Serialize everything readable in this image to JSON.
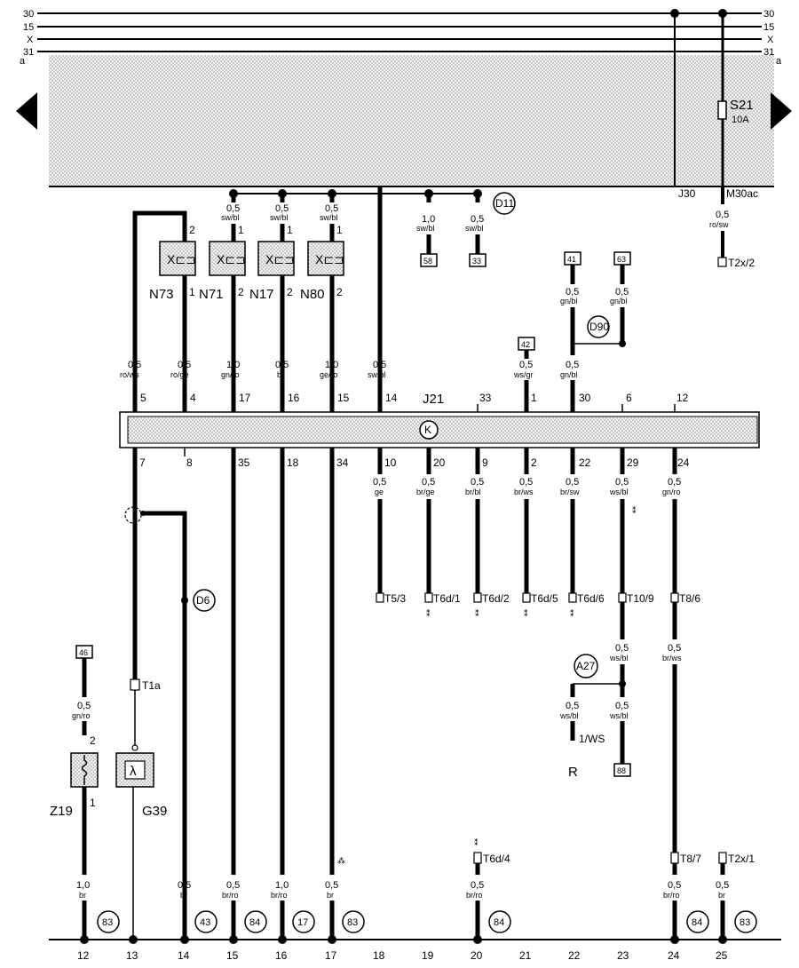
{
  "rails": {
    "left": [
      "30",
      "15",
      "X",
      "31"
    ],
    "right": [
      "30",
      "15",
      "X",
      "31"
    ],
    "ground_mark": "a"
  },
  "fuse": {
    "name": "S21",
    "rating": "10A"
  },
  "relay_labels": {
    "j30": "J30",
    "m30ac": "M30ac"
  },
  "top_wire": {
    "size": "0,5",
    "color": "ro/sw",
    "terminal": "T2x/2"
  },
  "bus_wires": [
    {
      "size": "0,5",
      "color": "sw/bl"
    },
    {
      "size": "0,5",
      "color": "sw/bl"
    },
    {
      "size": "0,5",
      "color": "sw/bl"
    },
    {
      "size": "1,0",
      "color": "sw/bl"
    },
    {
      "size": "0,5",
      "color": "sw/bl"
    }
  ],
  "bus_boxes": [
    "58",
    "33"
  ],
  "connector_D11": "D11",
  "injectors": [
    {
      "name": "N73",
      "pin_top": "2",
      "pin_bottom": "1"
    },
    {
      "name": "N71",
      "pin_top": "1",
      "pin_bottom": "2"
    },
    {
      "name": "N17",
      "pin_top": "1",
      "pin_bottom": "2"
    },
    {
      "name": "N80",
      "pin_top": "1",
      "pin_bottom": "2"
    }
  ],
  "right_upper": {
    "box41": "41",
    "box63": "63",
    "box42": "42",
    "w41": {
      "size": "0,5",
      "color": "gn/bl"
    },
    "w63": {
      "size": "0,5",
      "color": "gn/bl"
    },
    "w42": {
      "size": "0,5",
      "color": "ws/gr"
    },
    "w30": {
      "size": "0,5",
      "color": "gn/bl"
    },
    "connector_D90": "D90"
  },
  "ecu": {
    "name": "J21",
    "symbol": "K",
    "top_wires": [
      {
        "size": "0,5",
        "color": "ro/ws",
        "pin": "5"
      },
      {
        "size": "0,5",
        "color": "ro/ge",
        "pin": "4"
      },
      {
        "size": "1,0",
        "color": "gn/ro",
        "pin": "17"
      },
      {
        "size": "0,5",
        "color": "br",
        "pin": "16"
      },
      {
        "size": "1,0",
        "color": "ge/ro",
        "pin": "15"
      },
      {
        "size": "0,5",
        "color": "sw/bl",
        "pin": "14"
      }
    ],
    "top_pins_extra": [
      "33",
      "1",
      "30",
      "6",
      "12"
    ],
    "bottom_pins": [
      "7",
      "8",
      "35",
      "18",
      "34",
      "10",
      "20",
      "9",
      "2",
      "22",
      "29",
      "24"
    ],
    "bottom_wires": [
      {
        "size": "0,5",
        "color": "ge",
        "terminal": "T5/3"
      },
      {
        "size": "0,5",
        "color": "br/ge",
        "terminal": "T6d/1"
      },
      {
        "size": "0,5",
        "color": "br/bl",
        "terminal": "T6d/2"
      },
      {
        "size": "0,5",
        "color": "br/ws",
        "terminal": "T6d/5"
      },
      {
        "size": "0,5",
        "color": "br/sw",
        "terminal": "T6d/6"
      },
      {
        "size": "0,5",
        "color": "ws/bl",
        "terminal": "T10/9"
      },
      {
        "size": "0,5",
        "color": "gn/ro",
        "terminal": "T8/6"
      }
    ]
  },
  "connector_D6": "D6",
  "z19": {
    "name": "Z19",
    "box": "46",
    "wire": {
      "size": "0,5",
      "color": "gn/ro"
    },
    "pin_top": "2",
    "pin_bottom": "1"
  },
  "g39": {
    "name": "G39",
    "terminal": "T1a",
    "symbol": "λ"
  },
  "a27": {
    "name": "A27",
    "w_top": {
      "size": "0,5",
      "color": "ws/bl"
    },
    "w_left": {
      "size": "0,5",
      "color": "ws/bl"
    },
    "w_right": {
      "size": "0,5",
      "color": "ws/bl"
    },
    "r_label": "1/WS",
    "r_name": "R",
    "box88": "88"
  },
  "t8_6_down": {
    "size": "0,5",
    "color": "br/ws"
  },
  "lower_terminals": {
    "t6d4": "T6d/4",
    "t8_7": "T8/7",
    "t2x_1": "T2x/1"
  },
  "bottom_wires": [
    {
      "col": "12",
      "size": "1,0",
      "color": "br"
    },
    {
      "col": "14",
      "size": "0,5",
      "color": "br"
    },
    {
      "col": "15",
      "size": "0,5",
      "color": "br/ro"
    },
    {
      "col": "16",
      "size": "1,0",
      "color": "br/ro"
    },
    {
      "col": "17",
      "size": "0,5",
      "color": "br"
    },
    {
      "col": "20",
      "size": "0,5",
      "color": "br/ro"
    },
    {
      "col": "24",
      "size": "0,5",
      "color": "br/ro"
    },
    {
      "col": "25",
      "size": "0,5",
      "color": "br"
    }
  ],
  "refs": [
    "83",
    "43",
    "84",
    "17",
    "83",
    "84",
    "84",
    "83"
  ],
  "columns": [
    "12",
    "13",
    "14",
    "15",
    "16",
    "17",
    "18",
    "19",
    "20",
    "21",
    "22",
    "23",
    "24",
    "25"
  ]
}
